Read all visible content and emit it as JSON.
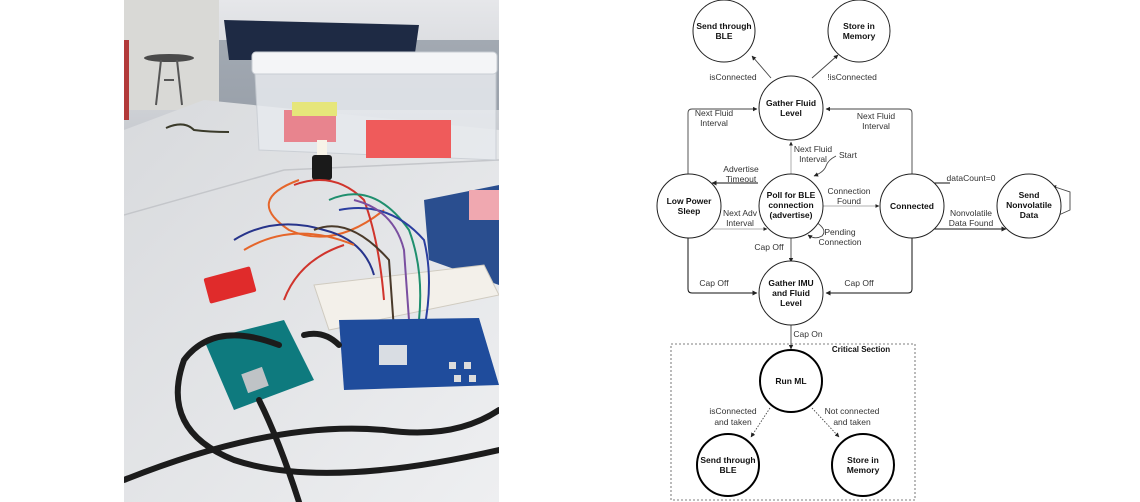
{
  "figure": {
    "left_panel": {
      "type": "photo",
      "subject": "prototype hardware setup on desk"
    },
    "right_panel": {
      "type": "state-diagram"
    }
  },
  "diagram": {
    "nodes": {
      "send_ble_top": [
        "Send through",
        "BLE"
      ],
      "store_mem_top": [
        "Store in",
        "Memory"
      ],
      "gather_fluid": [
        "Gather Fluid",
        "Level"
      ],
      "low_power": [
        "Low Power",
        "Sleep"
      ],
      "poll_ble": [
        "Poll for BLE",
        "connection",
        "(advertise)"
      ],
      "connected": [
        "Connected"
      ],
      "send_nonvolatile": [
        "Send",
        "Nonvolatile",
        "Data"
      ],
      "gather_imu": [
        "Gather IMU",
        "and Fluid",
        "Level"
      ],
      "run_ml": [
        "Run ML"
      ],
      "send_ble_bottom": [
        "Send through",
        "BLE"
      ],
      "store_mem_bottom": [
        "Store in",
        "Memory"
      ]
    },
    "edges": {
      "is_connected_top": [
        "isConnected"
      ],
      "not_connected_top": [
        "!isConnected"
      ],
      "next_fluid_left": [
        "Next Fluid",
        "Interval"
      ],
      "next_fluid_right": [
        "Next Fluid",
        "Interval"
      ],
      "next_fluid_center": [
        "Next Fluid",
        "Interval"
      ],
      "start": [
        "Start"
      ],
      "advertise_timeout": [
        "Advertise",
        "Timeout"
      ],
      "next_adv": [
        "Next Adv",
        "Interval"
      ],
      "connection_found": [
        "Connection",
        "Found"
      ],
      "pending_connection": [
        "Pending",
        "Connection"
      ],
      "data_count": [
        "dataCount=0"
      ],
      "nonvolatile_found": [
        "Nonvolatile",
        "Data Found"
      ],
      "cap_off_center": [
        "Cap Off"
      ],
      "cap_off_left": [
        "Cap Off"
      ],
      "cap_off_right": [
        "Cap Off"
      ],
      "cap_on": [
        "Cap On"
      ],
      "is_connected_taken": [
        "isConnected",
        "and taken"
      ],
      "not_connected_taken": [
        "Not connected",
        "and taken"
      ]
    },
    "critical_section_title": "Critical Section"
  }
}
